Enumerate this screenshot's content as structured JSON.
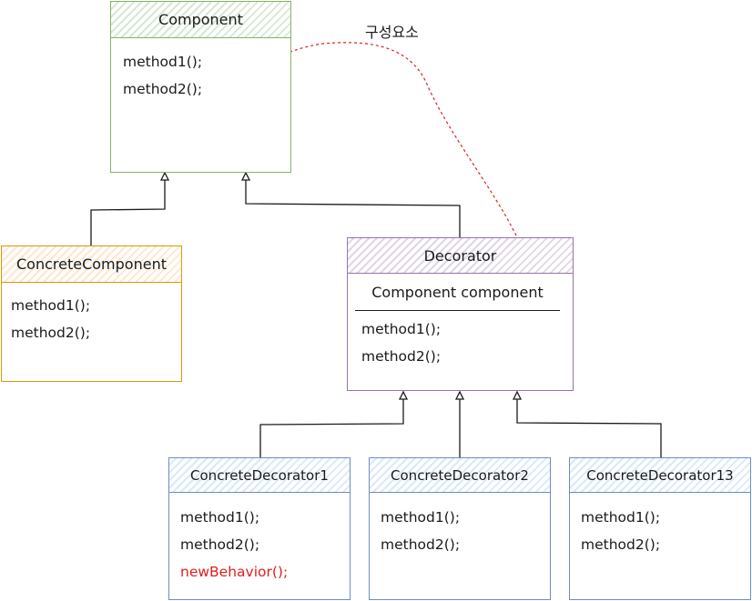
{
  "classes": {
    "component": {
      "name": "Component",
      "methods": [
        "method1();",
        "method2();"
      ]
    },
    "concrete_component": {
      "name": "ConcreteComponent",
      "methods": [
        "method1();",
        "method2();"
      ]
    },
    "decorator": {
      "name": "Decorator",
      "field": "Component component",
      "methods": [
        "method1();",
        "method2();"
      ]
    },
    "concrete_decorator1": {
      "name": "ConcreteDecorator1",
      "methods": [
        "method1();",
        "method2();"
      ],
      "extra_method": "newBehavior();"
    },
    "concrete_decorator2": {
      "name": "ConcreteDecorator2",
      "methods": [
        "method1();",
        "method2();"
      ]
    },
    "concrete_decorator3": {
      "name": "ConcreteDecorator13",
      "methods": [
        "method1();",
        "method2();"
      ]
    }
  },
  "composition_label": "구성요소",
  "colors": {
    "component": "#82b366",
    "concrete_component": "#d79b00",
    "decorator": "#9673a6",
    "concrete_decorators": "#6c8ebf",
    "composition_arrow": "#e01e1e",
    "new_behavior": "#e01e1e"
  }
}
